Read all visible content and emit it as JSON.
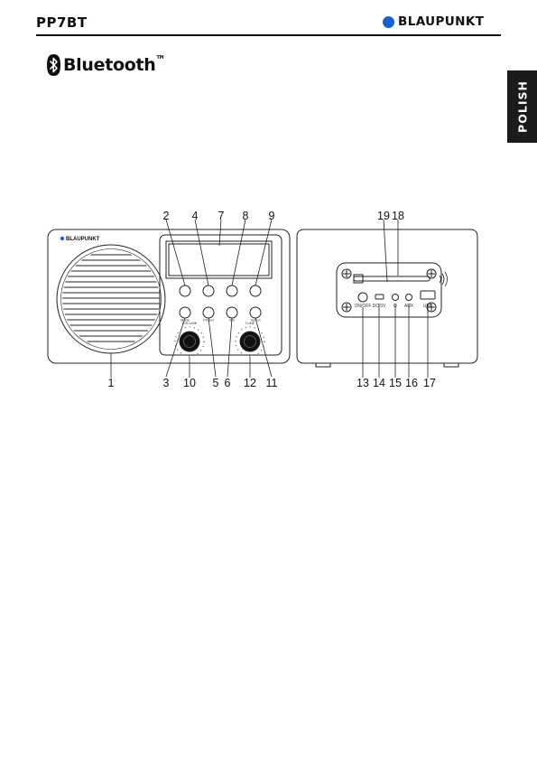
{
  "header": {
    "model": "PP7BT",
    "brand": "BLAUPUNKT",
    "brand_color": "#1a5fd0"
  },
  "bluetooth_logo": {
    "text": "Bluetooth",
    "tm": "TM"
  },
  "language_tab": "POLISH",
  "front_panel": {
    "brand": "BLAUPUNKT",
    "button_labels": [
      "Mode",
      "Preset",
      "Info",
      "Select"
    ],
    "knob_labels": [
      "VOLUME",
      "TUNE"
    ],
    "callouts": [
      "1",
      "2",
      "3",
      "4",
      "5",
      "6",
      "7",
      "8",
      "9",
      "10",
      "11",
      "12"
    ]
  },
  "back_panel": {
    "port_labels": [
      "ON/OFF",
      "DC 5V",
      "Ω",
      "AUX",
      "USB"
    ],
    "callouts": [
      "13",
      "14",
      "15",
      "16",
      "17",
      "18",
      "19"
    ]
  }
}
